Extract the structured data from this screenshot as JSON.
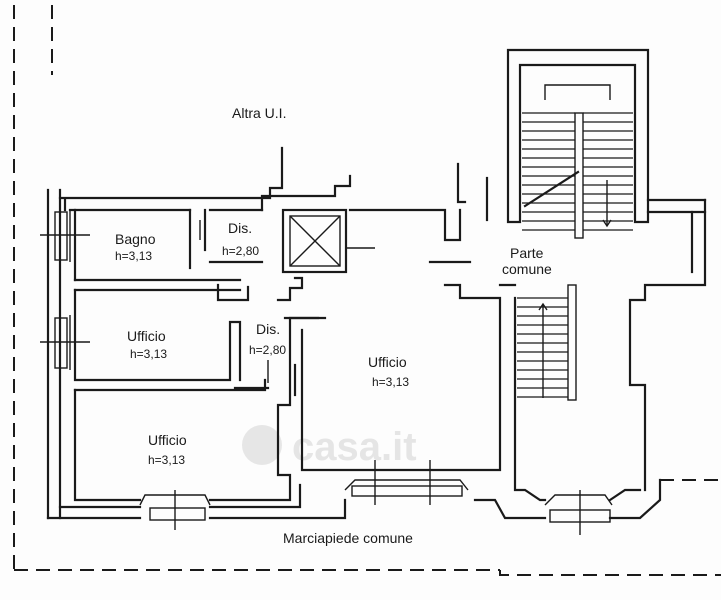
{
  "labels": {
    "altra": "Altra U.I.",
    "bagno": "Bagno",
    "bagno_h": "h=3,13",
    "dis1": "Dis.",
    "dis1_h": "h=2,80",
    "dis2": "Dis.",
    "dis2_h": "h=2,80",
    "ufficio_mid": "Ufficio",
    "ufficio_mid_h": "h=3,13",
    "ufficio_left": "Ufficio",
    "ufficio_left_h": "h=3,13",
    "ufficio_center": "Ufficio",
    "ufficio_center_h": "h=3,13",
    "parte": "Parte",
    "comune": "comune",
    "marciapiede": "Marciapiede comune"
  },
  "watermark": "casa.it",
  "colors": {
    "ink": "#1a1a1a",
    "paper": "#fdfdfd",
    "watermark": "#c9c9c9"
  }
}
